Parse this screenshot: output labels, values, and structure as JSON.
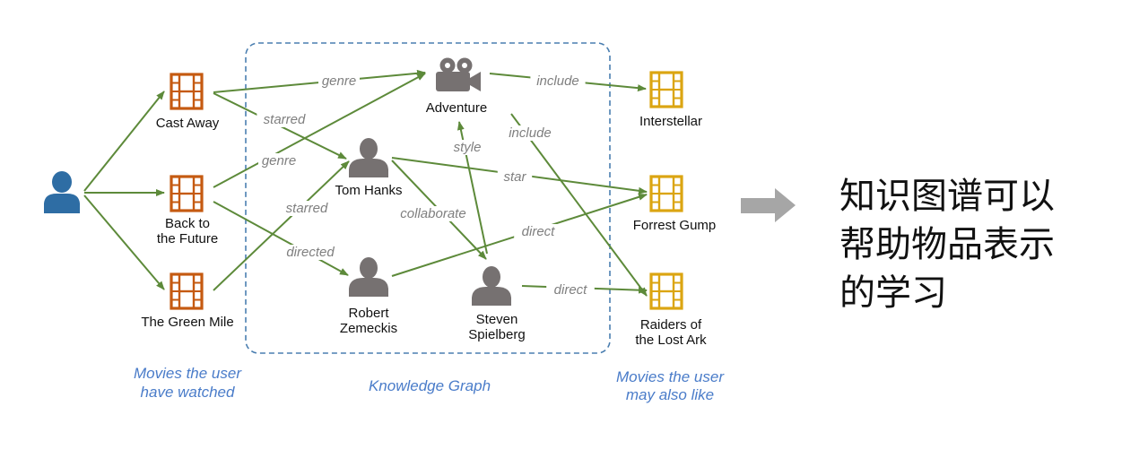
{
  "user": {
    "icon": "user-icon"
  },
  "movies_watched": [
    {
      "id": "cast_away",
      "lines": [
        "Cast Away"
      ]
    },
    {
      "id": "back_future",
      "lines": [
        "Back to",
        "the Future"
      ]
    },
    {
      "id": "green_mile",
      "lines": [
        "The Green Mile"
      ]
    }
  ],
  "entities": [
    {
      "id": "adventure",
      "kind": "genre",
      "icon": "camera-icon",
      "lines": [
        "Adventure"
      ]
    },
    {
      "id": "tom_hanks",
      "kind": "person",
      "icon": "person-icon",
      "lines": [
        "Tom Hanks"
      ]
    },
    {
      "id": "robert_zemeckis",
      "kind": "person",
      "icon": "person-icon",
      "lines": [
        "Robert",
        "Zemeckis"
      ]
    },
    {
      "id": "steven_spielberg",
      "kind": "person",
      "icon": "person-icon",
      "lines": [
        "Steven",
        "Spielberg"
      ]
    }
  ],
  "movies_recommended": [
    {
      "id": "interstellar",
      "lines": [
        "Interstellar"
      ]
    },
    {
      "id": "forrest_gump",
      "lines": [
        "Forrest Gump"
      ]
    },
    {
      "id": "raiders",
      "lines": [
        "Raiders of",
        "the Lost Ark"
      ]
    }
  ],
  "relations": [
    {
      "from": "cast_away",
      "to": "adventure",
      "label": "genre"
    },
    {
      "from": "cast_away",
      "to": "tom_hanks",
      "label": "starred"
    },
    {
      "from": "back_future",
      "to": "adventure",
      "label": "genre"
    },
    {
      "from": "back_future",
      "to": "robert_zemeckis",
      "label": "directed"
    },
    {
      "from": "green_mile",
      "to": "tom_hanks",
      "label": "starred"
    },
    {
      "from": "adventure",
      "to": "interstellar",
      "label": "include"
    },
    {
      "from": "adventure",
      "to": "raiders",
      "label": "include"
    },
    {
      "from": "steven_spielberg",
      "to": "adventure",
      "label": "style"
    },
    {
      "from": "tom_hanks",
      "to": "forrest_gump",
      "label": "star"
    },
    {
      "from": "tom_hanks",
      "to": "steven_spielberg",
      "label": "collaborate"
    },
    {
      "from": "robert_zemeckis",
      "to": "forrest_gump",
      "label": "direct"
    },
    {
      "from": "steven_spielberg",
      "to": "raiders",
      "label": "direct"
    }
  ],
  "captions": {
    "watched": [
      "Movies the user",
      "have watched"
    ],
    "knowledge_graph": "Knowledge Graph",
    "may_like": [
      "Movies the user",
      "may also like"
    ]
  },
  "chinese_caption": [
    "知识图谱可以",
    "帮助物品表示",
    "的学习"
  ],
  "colors": {
    "edge": "#5d8a3a",
    "watched_film": "#c55a11",
    "recommended_film": "#dba512",
    "entity": "#767171",
    "user": "#2e6da4",
    "kg_border": "#4a7eb0",
    "arrow": "#a6a6a6",
    "caption": "#4a7cc9"
  }
}
